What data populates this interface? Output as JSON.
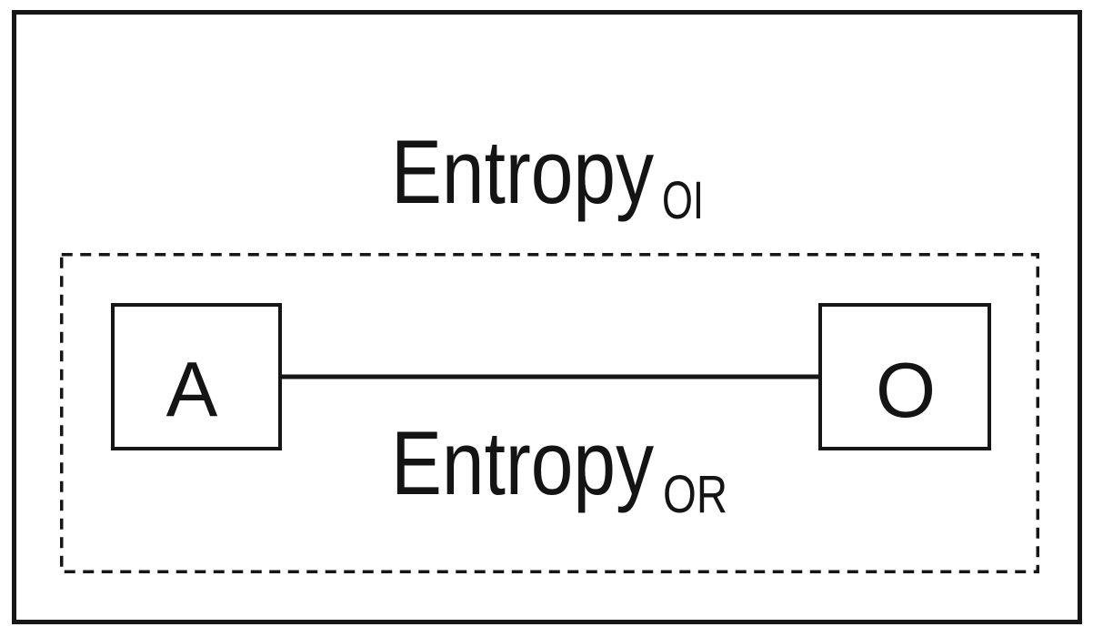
{
  "diagram": {
    "background": "#ffffff",
    "line_color": "#161616",
    "outer_label": {
      "main": "Entropy",
      "sub": "OI"
    },
    "inner_label": {
      "main": "Entropy",
      "sub": "OR"
    },
    "nodes": [
      {
        "id": "A",
        "label": "A"
      },
      {
        "id": "O",
        "label": "O"
      }
    ],
    "edge": {
      "from": "A",
      "to": "O"
    }
  }
}
